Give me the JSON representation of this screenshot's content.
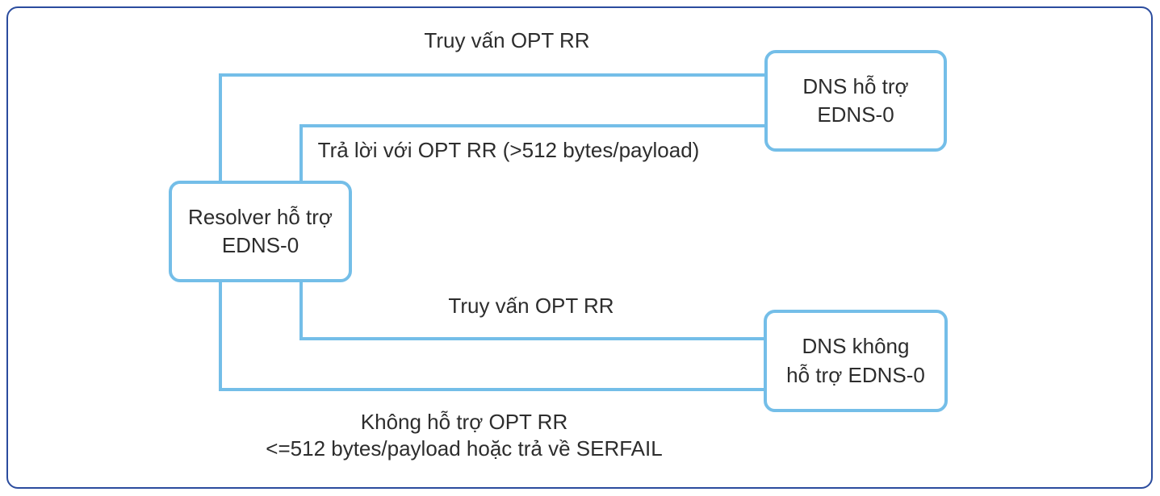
{
  "colors": {
    "frame_border": "#2B4C9E",
    "connector": "#74BEE8",
    "box_border": "#74BEE8",
    "text": "#2D2D2D",
    "background": "#FFFFFF"
  },
  "nodes": {
    "resolver": {
      "line1": "Resolver hỗ trợ",
      "line2": "EDNS-0"
    },
    "dns_supports": {
      "line1": "DNS hỗ trợ",
      "line2": "EDNS-0"
    },
    "dns_not_supports": {
      "line1": "DNS không",
      "line2": "hỗ trợ EDNS-0"
    }
  },
  "edges": {
    "query_supporting": {
      "label": "Truy vấn OPT RR"
    },
    "reply_supporting": {
      "label": "Trả lời với OPT RR (>512 bytes/payload)"
    },
    "query_non_supporting": {
      "label": "Truy vấn OPT RR"
    },
    "reply_non_supporting": {
      "line1": "Không hỗ trợ OPT RR",
      "line2": "<=512 bytes/payload hoặc trả về SERFAIL"
    }
  }
}
